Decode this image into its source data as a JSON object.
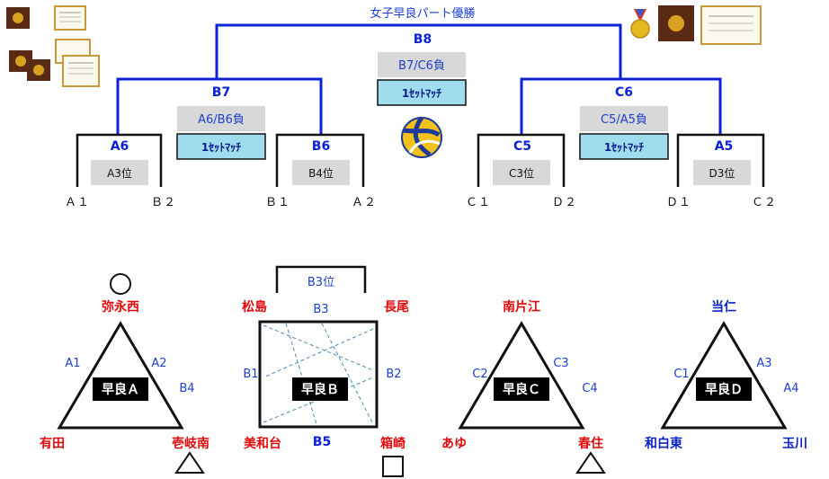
{
  "bracket": {
    "final_title": "女子早良パート優勝",
    "b8": {
      "label": "B8",
      "sub": "B7/C6負",
      "match": "1ｾｯﾄﾏｯﾁ"
    },
    "b7": {
      "label": "B7",
      "sub": "A6/B6負",
      "match": "1ｾｯﾄﾏｯﾁ"
    },
    "c6": {
      "label": "C6",
      "sub": "C5/A5負",
      "match": "1ｾｯﾄﾏｯﾁ"
    },
    "a6": {
      "label": "A6",
      "rank": "A3位",
      "left": "Ａ１",
      "right": "Ｂ２"
    },
    "b6": {
      "label": "B6",
      "rank": "B4位",
      "left": "Ｂ１",
      "right": "Ａ２"
    },
    "c5": {
      "label": "C5",
      "rank": "C3位",
      "left": "Ｃ１",
      "right": "Ｄ２"
    },
    "a5": {
      "label": "A5",
      "rank": "D3位",
      "left": "Ｄ１",
      "right": "Ｃ２"
    }
  },
  "groups": {
    "a": {
      "name": "早良Ａ",
      "top": "弥永西",
      "left": "有田",
      "right": "壱岐南",
      "m1": "A1",
      "m2": "A2",
      "m3": "B4",
      "marker": "circle"
    },
    "b": {
      "name": "早良Ｂ",
      "rank": "B3位",
      "tl": "松島",
      "tr": "長尾",
      "bl": "美和台",
      "br": "箱崎",
      "m_top": "B3",
      "m_left": "B1",
      "m_right": "B2",
      "m_bottom": "B5",
      "marker": "square"
    },
    "c": {
      "name": "早良Ｃ",
      "top": "南片江",
      "left": "あゆ",
      "right": "春住",
      "m1": "C2",
      "m2": "C3",
      "m3": "C4",
      "marker": "triangle"
    },
    "d": {
      "name": "早良Ｄ",
      "top": "当仁",
      "left": "和白東",
      "right": "玉川",
      "m1": "C1",
      "m2": "A3",
      "m3": "A4",
      "marker": "none"
    }
  },
  "icons": [
    "award-certificate-icon",
    "gold-medal-icon",
    "volleyball-icon"
  ],
  "colors": {
    "bracket_line": "#0b22d6",
    "team_red": "#e10a0a",
    "team_blue": "#0b22c8",
    "match_box": "#9fdcec"
  }
}
